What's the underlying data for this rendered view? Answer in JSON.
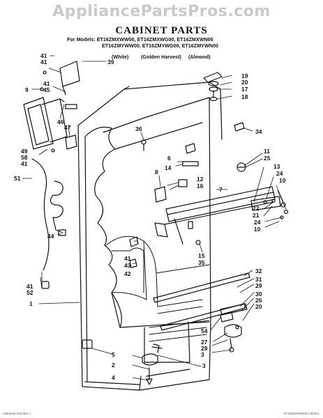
{
  "watermark": "AppliancePartsPros.com",
  "title": "CABINET PARTS",
  "models": {
    "line1": "For Models: ET16ZMXWW00, ET16ZMXWG00, ET16ZMXWN00",
    "line2": "ET16ZMYWW00, ET16ZMYWG00, ET16ZMYWN00",
    "colors": [
      "(White)",
      "(Golden Harvest)",
      "(Almond)"
    ]
  },
  "callouts": {
    "c1": "1",
    "c2": "2",
    "c3": "3",
    "c4": "4",
    "c5": "5",
    "c6": "6",
    "c7": "7",
    "c8": "8",
    "c9": "9",
    "c10": "10",
    "c10b": "10",
    "c11": "11",
    "c12": "12",
    "c13": "13",
    "c14": "14",
    "c15": "15",
    "c16": "16",
    "c17": "17",
    "c18": "18",
    "c19": "19",
    "c20": "20",
    "c20b": "20",
    "c21": "21",
    "c22": "22",
    "c24": "24",
    "c24b": "24",
    "c25": "25",
    "c26": "26",
    "c27": "27",
    "c28": "28",
    "c29": "29",
    "c30": "30",
    "c31": "31",
    "c32": "32",
    "c34": "34",
    "c35": "35",
    "c36": "36",
    "c39": "39",
    "c41": "41",
    "c41b": "41",
    "c41c": "41",
    "c41d": "41",
    "c41e": "41",
    "c42": "42",
    "c43": "43",
    "c44": "44",
    "c45": "45",
    "c46": "46",
    "c47": "47",
    "c49": "49",
    "c51": "51",
    "c52": "52",
    "c54": "54",
    "c58": "58"
  },
  "footer": {
    "left": "Literature Number 4",
    "right": "ET16ZMXWW00 Cabinet"
  }
}
